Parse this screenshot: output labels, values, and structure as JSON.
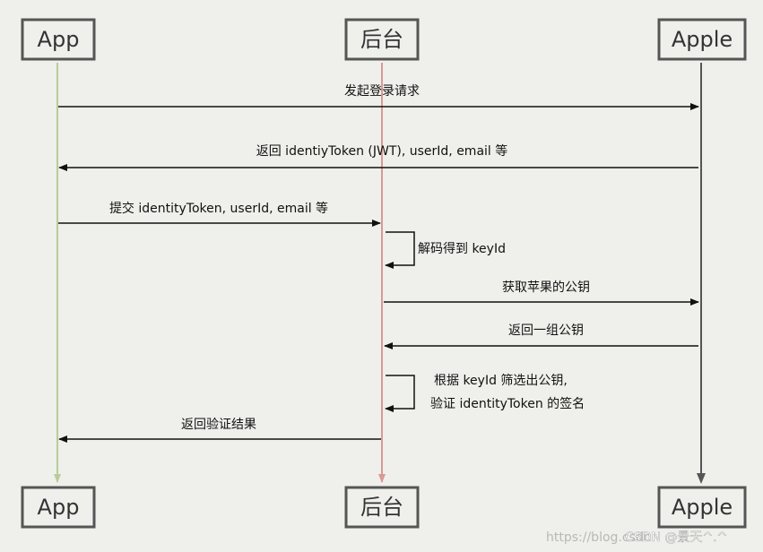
{
  "participants": {
    "app": "App",
    "backend": "后台",
    "apple": "Apple"
  },
  "messages": {
    "m1": "发起登录请求",
    "m2": "返回 identiyToken (JWT), userId, email 等",
    "m3": "提交 identityToken, userId, email 等",
    "m4": "解码得到  keyId",
    "m5": "获取苹果的公钥",
    "m6": "返回一组公钥",
    "m7_line1": "根据 keyId 筛选出公钥,",
    "m7_line2": "验证 identityToken 的签名",
    "m8": "返回验证结果"
  },
  "watermark": {
    "url": "https://blog.csdn",
    "brand": "CSDN @景天^.^"
  },
  "colors": {
    "app_lifeline": "#b9cc98",
    "backend_lifeline": "#d99a93",
    "apple_lifeline": "#555555",
    "arrow": "#111111",
    "box_border": "#555555"
  }
}
